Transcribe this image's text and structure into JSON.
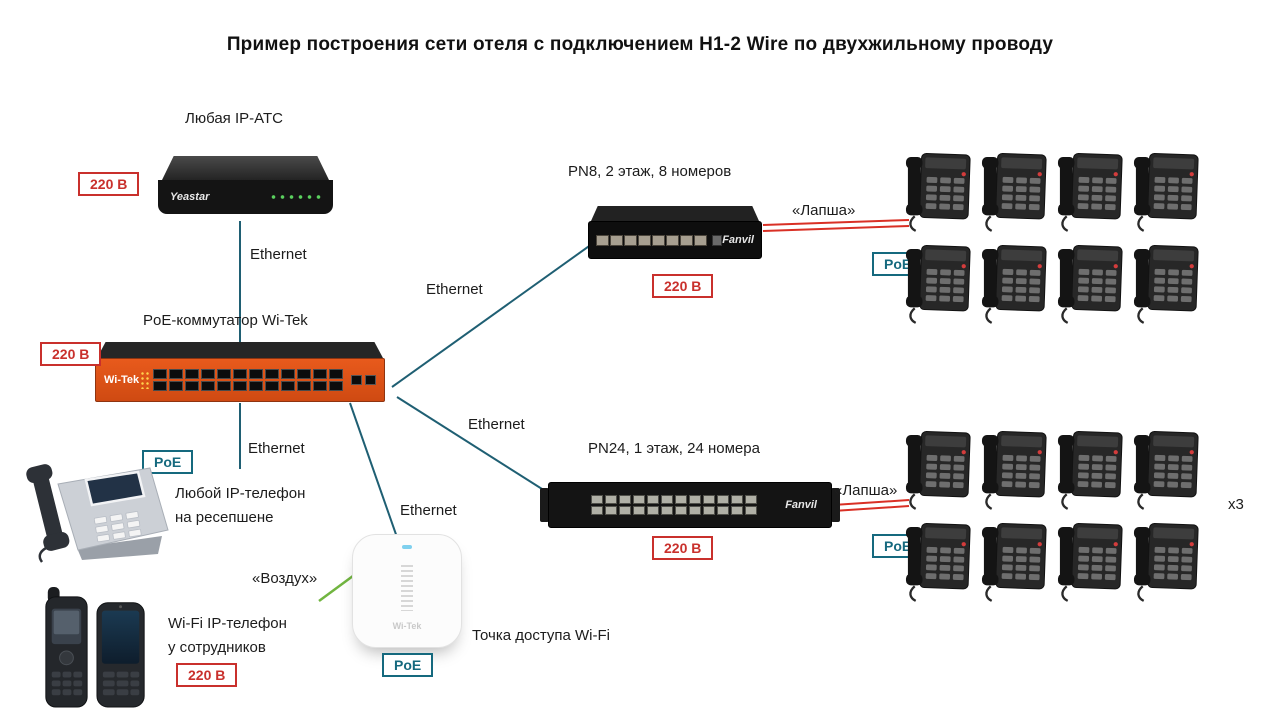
{
  "title": "Пример построения сети отеля с подключением H1-2 Wire по двухжильному проводу",
  "badges": {
    "power": "220 В",
    "poe": "PoE"
  },
  "edges": {
    "ethernet": "Ethernet",
    "lapsha": "«Лапша»",
    "air": "«Воздух»"
  },
  "nodes": {
    "pbx": {
      "label": "Любая IP-АТС",
      "brand": "Yeastar"
    },
    "core_switch": {
      "label": "PoE-коммутатор Wi-Tek",
      "brand": "Wi-Tek"
    },
    "pn8": {
      "label": "PN8, 2 этаж, 8 номеров",
      "brand": "Fanvil"
    },
    "pn24": {
      "label": "PN24, 1 этаж, 24 номера",
      "brand": "Fanvil"
    },
    "reception_phone": {
      "label_line1": "Любой IP-телефон",
      "label_line2": "на ресепшене"
    },
    "wifi_phone": {
      "label_line1": "Wi-Fi IP-телефон",
      "label_line2": "у сотрудников"
    },
    "ap": {
      "label": "Точка доступа Wi-Fi",
      "brand": "Wi-Tek"
    }
  },
  "annotations": {
    "multiplier": "x3"
  },
  "colors": {
    "power_red": "#c9302c",
    "poe_teal": "#15697e",
    "line": "#1f5f73",
    "lapsha_red": "#d93025",
    "air_green": "#71b540",
    "switch_orange": "#e85a1c"
  }
}
